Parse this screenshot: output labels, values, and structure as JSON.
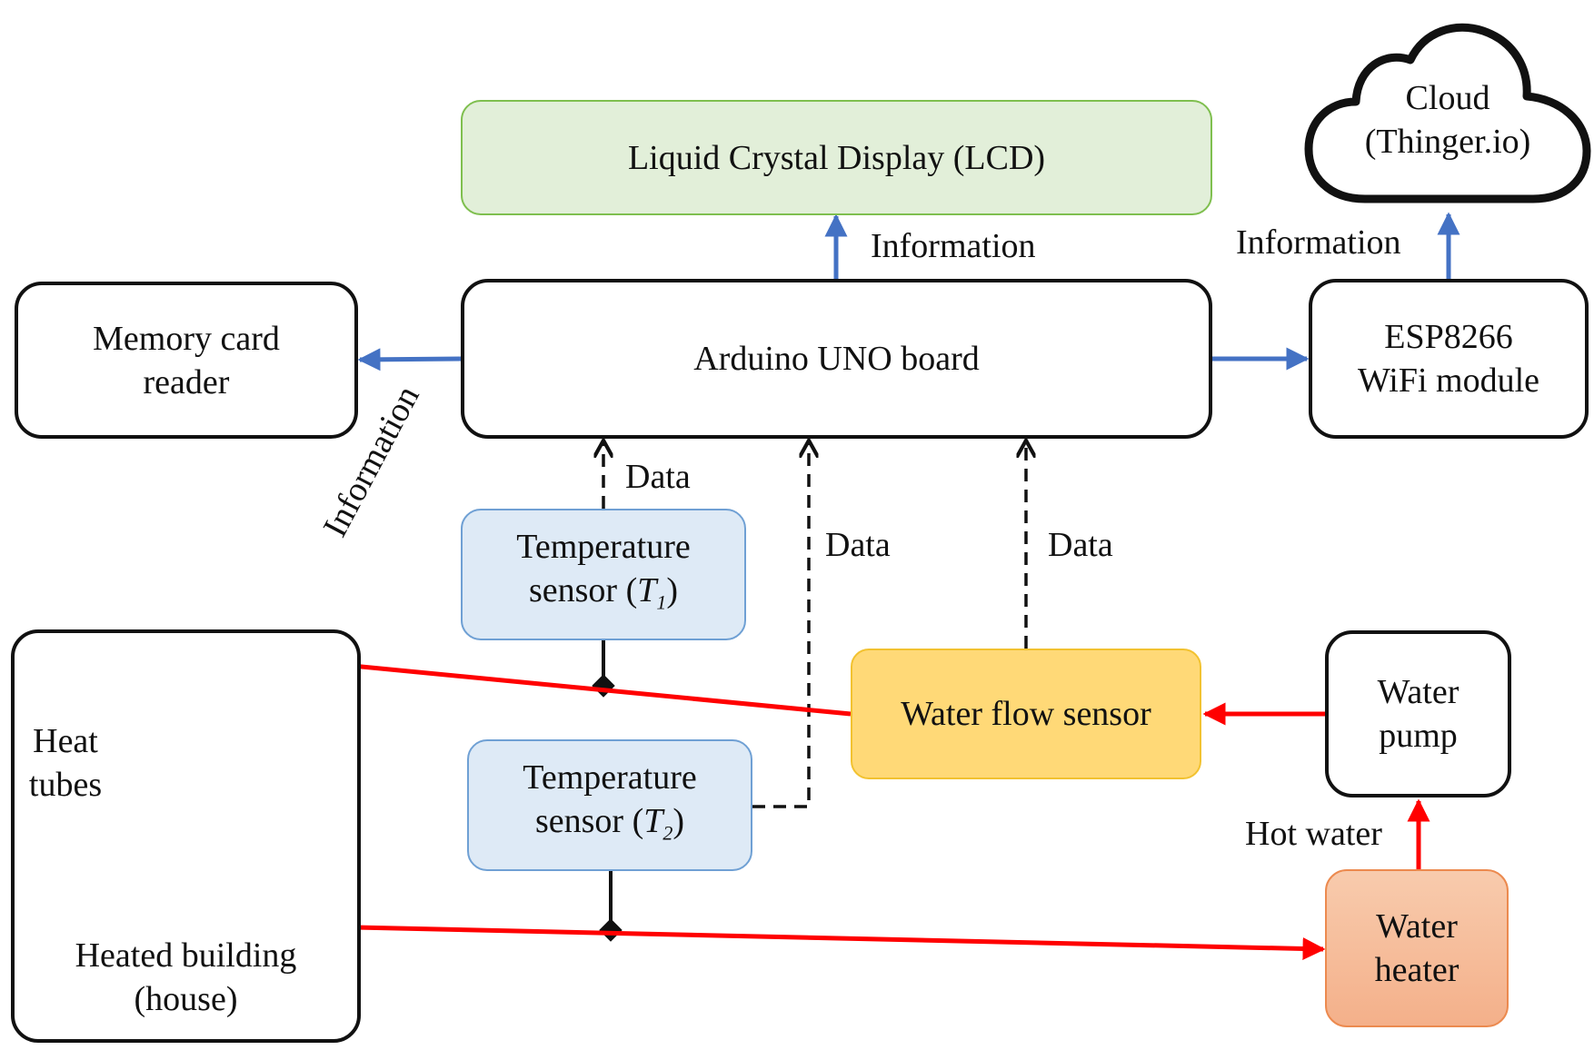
{
  "nodes": {
    "lcd": "Liquid Crystal Display (LCD)",
    "cloud": [
      "Cloud",
      "(Thinger.io)"
    ],
    "memory": [
      "Memory card",
      "reader"
    ],
    "arduino": "Arduino UNO board",
    "esp": [
      "ESP8266",
      "WiFi module"
    ],
    "temp1": [
      "Temperature",
      "sensor (",
      "T",
      "1",
      ")"
    ],
    "temp2": [
      "Temperature",
      "sensor (",
      "T",
      "2",
      ")"
    ],
    "flow": "Water flow sensor",
    "pump": [
      "Water",
      "pump"
    ],
    "heater": [
      "Water",
      "heater"
    ],
    "heat_tubes": [
      "Heat",
      "tubes"
    ],
    "building": [
      "Heated building",
      "(house)"
    ]
  },
  "edge_labels": {
    "info_lcd": "Information",
    "info_cloud": "Information",
    "info_memory": "Information",
    "data_t1": "Data",
    "data_t2": "Data",
    "data_flow": "Data",
    "hot_water": "Hot water"
  },
  "colors": {
    "info_arrow": "#4472c4",
    "water_line": "#ff0000",
    "data_line": "#111111"
  }
}
